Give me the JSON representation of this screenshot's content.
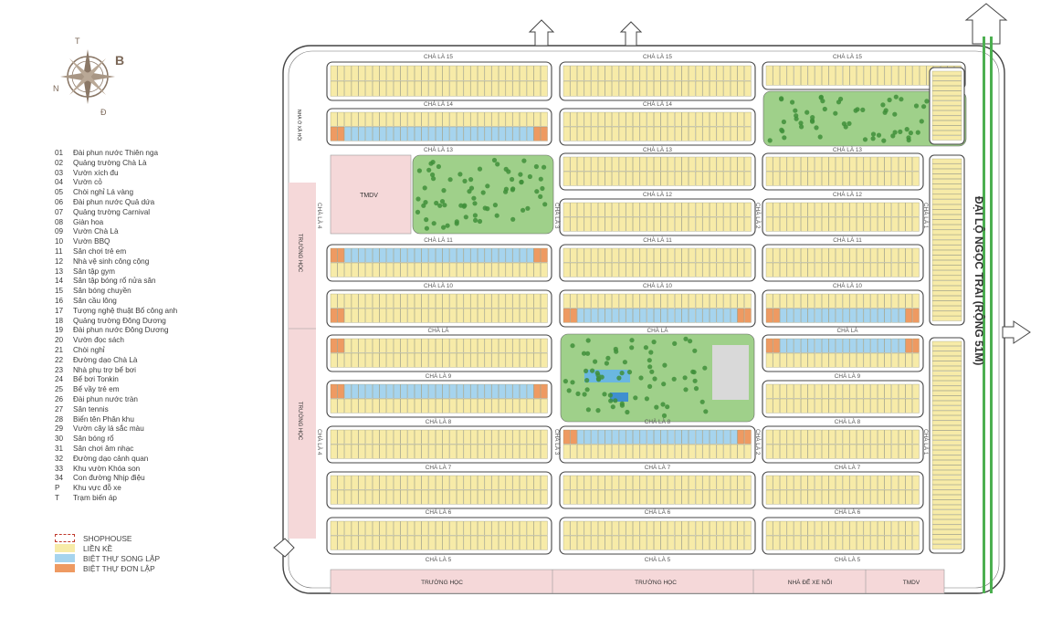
{
  "compass": {
    "north": "T",
    "east": "B",
    "west": "N",
    "south": "Đ"
  },
  "legend_items": [
    {
      "num": "01",
      "label": "Đài phun nước Thiên nga"
    },
    {
      "num": "02",
      "label": "Quảng trường Chà Là"
    },
    {
      "num": "03",
      "label": "Vườn xích đu"
    },
    {
      "num": "04",
      "label": "Vườn cỏ"
    },
    {
      "num": "05",
      "label": "Chòi nghỉ Lá vàng"
    },
    {
      "num": "06",
      "label": "Đài phun nước Quả dứa"
    },
    {
      "num": "07",
      "label": "Quảng trường Carnival"
    },
    {
      "num": "08",
      "label": "Giàn hoa"
    },
    {
      "num": "09",
      "label": "Vườn Chà Là"
    },
    {
      "num": "10",
      "label": "Vườn BBQ"
    },
    {
      "num": "11",
      "label": "Sân chơi trẻ em"
    },
    {
      "num": "12",
      "label": "Nhà vệ sinh công cộng"
    },
    {
      "num": "13",
      "label": "Sân tập gym"
    },
    {
      "num": "14",
      "label": "Sân tập bóng rổ nửa sân"
    },
    {
      "num": "15",
      "label": "Sân bóng chuyền"
    },
    {
      "num": "16",
      "label": "Sân cầu lông"
    },
    {
      "num": "17",
      "label": "Tượng nghệ thuật Bổ công anh"
    },
    {
      "num": "18",
      "label": "Quảng trường Đông Dương"
    },
    {
      "num": "19",
      "label": "Đài phun nước Đông Dương"
    },
    {
      "num": "20",
      "label": "Vườn đọc sách"
    },
    {
      "num": "21",
      "label": "Chòi nghỉ"
    },
    {
      "num": "22",
      "label": "Đường dạo Chà Là"
    },
    {
      "num": "23",
      "label": "Nhà phụ trợ bể bơi"
    },
    {
      "num": "24",
      "label": "Bể bơi Tonkin"
    },
    {
      "num": "25",
      "label": "Bể vầy trẻ em"
    },
    {
      "num": "26",
      "label": "Đài phun nước tràn"
    },
    {
      "num": "27",
      "label": "Sân tennis"
    },
    {
      "num": "28",
      "label": "Biển tên Phân khu"
    },
    {
      "num": "29",
      "label": "Vườn cây lá sắc màu"
    },
    {
      "num": "30",
      "label": "Sân bóng rổ"
    },
    {
      "num": "31",
      "label": "Sân chơi âm nhạc"
    },
    {
      "num": "32",
      "label": "Đường dạo cảnh quan"
    },
    {
      "num": "33",
      "label": "Khu vườn Khóa son"
    },
    {
      "num": "34",
      "label": "Con đường Nhịp điệu"
    },
    {
      "num": "P",
      "label": "Khu vực đỗ xe"
    },
    {
      "num": "T",
      "label": "Trạm biến áp"
    }
  ],
  "keys": [
    {
      "label": "SHOPHOUSE",
      "color": "#ffffff",
      "border": "#c0392b"
    },
    {
      "label": "LIỀN KỀ",
      "color": "#f7eba8",
      "border": "#f7eba8"
    },
    {
      "label": "BIỆT THỰ SONG LẬP",
      "color": "#a6d4ee",
      "border": "#a6d4ee"
    },
    {
      "label": "BIỆT THỰ ĐƠN LẬP",
      "color": "#ee9a62",
      "border": "#ee9a62"
    }
  ],
  "colors": {
    "lienke": "#f7eba8",
    "songlap": "#a6d4ee",
    "donlap": "#ee9a62",
    "pink": "#f5d8d9",
    "green": "#4caf50",
    "road": "#ffffff",
    "outline": "#444444"
  },
  "streets": {
    "cl15": "CHÀ LÀ 15",
    "cl14": "CHÀ LÀ 14",
    "cl13": "CHÀ LÀ 13",
    "cl12": "CHÀ LÀ 12",
    "cl11": "CHÀ LÀ 11",
    "cl10": "CHÀ LÀ 10",
    "cl": "CHÀ LÀ",
    "cl9": "CHÀ LÀ 9",
    "cl8": "CHÀ LÀ 8",
    "cl7": "CHÀ LÀ 7",
    "cl6": "CHÀ LÀ 6",
    "cl5": "CHÀ LÀ 5",
    "cl4": "CHÀ LÀ 4",
    "cl3": "CHÀ LÀ 3",
    "cl2": "CHÀ LÀ 2",
    "cl1": "CHÀ LÀ 1"
  },
  "places": {
    "tmdv_top": "TMDV",
    "truong_hoc": "TRƯỜNG HỌC",
    "nha_o_xa_hoi": "NHÀ Ở XÃ HỘI",
    "nha_de_xe": "NHÀ ĐỂ XE NỔI",
    "tmdv_bottom": "TMDV"
  },
  "avenue": "ĐẠI LỘ NGỌC TRAI (RỘNG 51M)"
}
